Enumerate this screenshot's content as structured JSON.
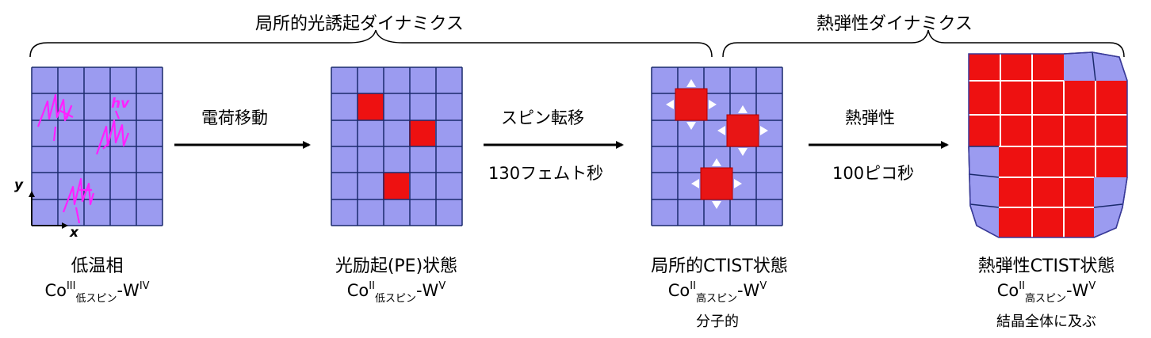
{
  "header": {
    "left_title": "局所的光誘起ダイナミクス",
    "right_title": "熱弾性ダイナミクス"
  },
  "steps": [
    {
      "top": "電荷移動",
      "bottom": ""
    },
    {
      "top": "スピン転移",
      "bottom": "130フェムト秒"
    },
    {
      "top": "熱弾性",
      "bottom": "100ピコ秒"
    }
  ],
  "panel1": {
    "hv": "hv",
    "axis_x": "x",
    "axis_y": "y"
  },
  "stages": [
    {
      "name": "低温相",
      "co": "Co",
      "co_sup": "III",
      "co_sub": "低スピン",
      "w": "-W",
      "w_sup": "IV",
      "note": ""
    },
    {
      "name": "光励起(PE)状態",
      "co": "Co",
      "co_sup": "II",
      "co_sub": "低スピン",
      "w": "-W",
      "w_sup": "V",
      "note": ""
    },
    {
      "name": "局所的CTIST状態",
      "co": "Co",
      "co_sup": "II",
      "co_sub": "高スピン",
      "w": "-W",
      "w_sup": "V",
      "note": "分子的"
    },
    {
      "name": "熱弾性CTIST状態",
      "co": "Co",
      "co_sup": "II",
      "co_sub": "高スピン",
      "w": "-W",
      "w_sup": "V",
      "note": "結晶全体に及ぶ"
    }
  ],
  "colors": {
    "lattice_fill": "#9b9bf0",
    "lattice_line": "#1a2a6c",
    "excited_fill": "#ee0000",
    "photon": "#ff20ff",
    "arrow": "#000000"
  }
}
